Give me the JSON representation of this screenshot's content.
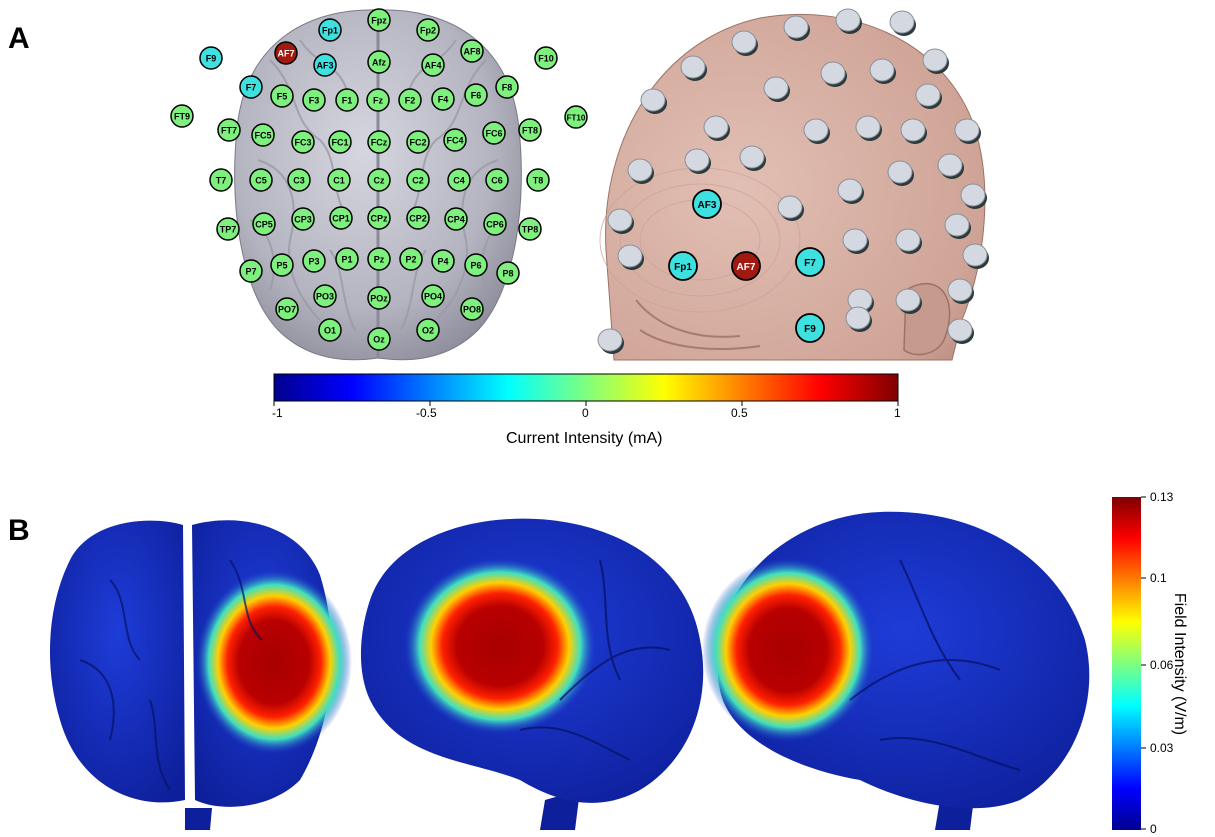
{
  "panelA": {
    "letter": "A",
    "colorbar": {
      "ticks": [
        "-1",
        "-0.5",
        "0",
        "0.5",
        "1"
      ],
      "title": "Current Intensity (mA)"
    }
  },
  "panelB": {
    "letter": "B",
    "colorbar": {
      "ticks": [
        "0.13",
        "0.1",
        "0.06",
        "0.03",
        "0"
      ],
      "title": "Field Intensity (V/m)"
    }
  },
  "colors": {
    "anode": "#a11a10",
    "cathode": "#3fe0e0",
    "electrode_idle": "#7ef07e",
    "brain_gray": "#b8b8c4",
    "scalp": "#d9b3a8",
    "field_low": "#1428c8",
    "field_high": "#a80000"
  },
  "electrodes_montage": [
    {
      "label": "Fp1",
      "state": "cathode"
    },
    {
      "label": "Fpz",
      "state": "idle"
    },
    {
      "label": "Fp2",
      "state": "idle"
    },
    {
      "label": "AF7",
      "state": "anode"
    },
    {
      "label": "AF3",
      "state": "cathode"
    },
    {
      "label": "Afz",
      "state": "idle"
    },
    {
      "label": "AF4",
      "state": "idle"
    },
    {
      "label": "AF8",
      "state": "idle"
    },
    {
      "label": "F9",
      "state": "cathode"
    },
    {
      "label": "F10",
      "state": "idle"
    },
    {
      "label": "F7",
      "state": "cathode"
    },
    {
      "label": "F5",
      "state": "idle"
    },
    {
      "label": "F3",
      "state": "idle"
    },
    {
      "label": "F1",
      "state": "idle"
    },
    {
      "label": "Fz",
      "state": "idle"
    },
    {
      "label": "F2",
      "state": "idle"
    },
    {
      "label": "F4",
      "state": "idle"
    },
    {
      "label": "F6",
      "state": "idle"
    },
    {
      "label": "F8",
      "state": "idle"
    },
    {
      "label": "FT9",
      "state": "idle"
    },
    {
      "label": "FT10",
      "state": "idle"
    },
    {
      "label": "FT7",
      "state": "idle"
    },
    {
      "label": "FC5",
      "state": "idle"
    },
    {
      "label": "FC3",
      "state": "idle"
    },
    {
      "label": "FC1",
      "state": "idle"
    },
    {
      "label": "FCz",
      "state": "idle"
    },
    {
      "label": "FC2",
      "state": "idle"
    },
    {
      "label": "FC4",
      "state": "idle"
    },
    {
      "label": "FC6",
      "state": "idle"
    },
    {
      "label": "FT8",
      "state": "idle"
    },
    {
      "label": "T7",
      "state": "idle"
    },
    {
      "label": "C5",
      "state": "idle"
    },
    {
      "label": "C3",
      "state": "idle"
    },
    {
      "label": "C1",
      "state": "idle"
    },
    {
      "label": "Cz",
      "state": "idle"
    },
    {
      "label": "C2",
      "state": "idle"
    },
    {
      "label": "C4",
      "state": "idle"
    },
    {
      "label": "C6",
      "state": "idle"
    },
    {
      "label": "T8",
      "state": "idle"
    },
    {
      "label": "TP7",
      "state": "idle"
    },
    {
      "label": "CP5",
      "state": "idle"
    },
    {
      "label": "CP3",
      "state": "idle"
    },
    {
      "label": "CP1",
      "state": "idle"
    },
    {
      "label": "CPz",
      "state": "idle"
    },
    {
      "label": "CP2",
      "state": "idle"
    },
    {
      "label": "CP4",
      "state": "idle"
    },
    {
      "label": "CP6",
      "state": "idle"
    },
    {
      "label": "TP8",
      "state": "idle"
    },
    {
      "label": "P7",
      "state": "idle"
    },
    {
      "label": "P5",
      "state": "idle"
    },
    {
      "label": "P3",
      "state": "idle"
    },
    {
      "label": "P1",
      "state": "idle"
    },
    {
      "label": "Pz",
      "state": "idle"
    },
    {
      "label": "P2",
      "state": "idle"
    },
    {
      "label": "P4",
      "state": "idle"
    },
    {
      "label": "P6",
      "state": "idle"
    },
    {
      "label": "P8",
      "state": "idle"
    },
    {
      "label": "PO7",
      "state": "idle"
    },
    {
      "label": "PO3",
      "state": "idle"
    },
    {
      "label": "POz",
      "state": "idle"
    },
    {
      "label": "PO4",
      "state": "idle"
    },
    {
      "label": "PO8",
      "state": "idle"
    },
    {
      "label": "O1",
      "state": "idle"
    },
    {
      "label": "Oz",
      "state": "idle"
    },
    {
      "label": "O2",
      "state": "idle"
    }
  ],
  "electrodes_head": [
    {
      "label": "AF3",
      "state": "cathode"
    },
    {
      "label": "Fp1",
      "state": "cathode"
    },
    {
      "label": "AF7",
      "state": "anode"
    },
    {
      "label": "F7",
      "state": "cathode"
    },
    {
      "label": "F9",
      "state": "cathode"
    }
  ]
}
